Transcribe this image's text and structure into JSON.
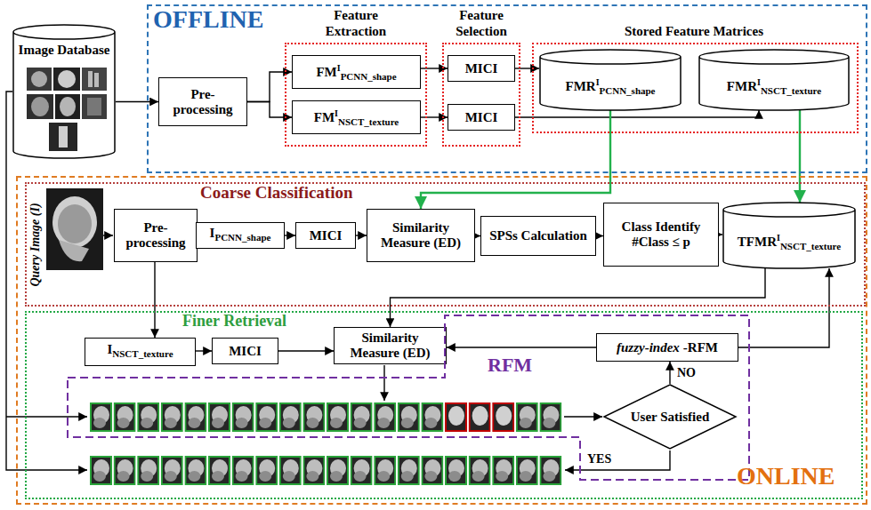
{
  "diagram": {
    "nodes": [
      {
        "text": [
          "OFFLINE"
        ]
      },
      {
        "text": [
          "Image Database"
        ]
      },
      {
        "text": [
          "Pre-processing"
        ],
        "in": 0
      },
      {
        "text": [
          "Feature Extraction"
        ],
        "in": 0
      },
      {
        "text": [
          "FM",
          "I",
          "PCNN_shape"
        ],
        "in": 3
      },
      {
        "text": [
          "FM",
          "I",
          "NSCT_texture"
        ],
        "in": 3
      },
      {
        "text": [
          "Feature Selection"
        ],
        "in": 0
      },
      {
        "text": [
          "MICI"
        ],
        "in": 6
      },
      {
        "text": [
          "MICI"
        ],
        "in": 6
      },
      {
        "text": [
          "Stored Feature Matrices"
        ],
        "in": 0
      },
      {
        "text": [
          "FMR",
          "I",
          "PCNN_shape"
        ],
        "in": 9
      },
      {
        "text": [
          "FMR",
          "I",
          "NSCT_texture"
        ],
        "in": 9
      },
      {
        "text": [
          "ONLINE"
        ]
      },
      {
        "text": [
          "Coarse Classification"
        ],
        "in": 12
      },
      {
        "text": [
          "Pre-processing"
        ],
        "in": 13
      },
      {
        "text": [
          "I",
          "PCNN_shape"
        ],
        "in": 13
      },
      {
        "text": [
          "MICI"
        ],
        "in": 13
      },
      {
        "text": [
          "Similarity Measure (ED)"
        ],
        "in": 13
      },
      {
        "text": [
          "SPSs Calculation"
        ],
        "in": 13
      },
      {
        "text": [
          "Class Identify #Class ≤ p"
        ],
        "in": 13
      },
      {
        "text": [
          "TFMR",
          "I",
          "NSCT_texture"
        ],
        "in": 13
      },
      {
        "text": [
          "Finer Retrieval"
        ],
        "in": 12
      },
      {
        "text": [
          "I",
          "NSCT_texture"
        ],
        "in": 21
      },
      {
        "text": [
          "MICI"
        ],
        "in": 21
      },
      {
        "text": [
          "Similarity Measure (ED)"
        ],
        "in": 21
      },
      {
        "text": [
          "RFM"
        ],
        "in": 21
      },
      {
        "text": [
          "fuzzy-index",
          "-RFM"
        ],
        "in": 25
      },
      {
        "text": [
          "User Satisfied"
        ],
        "in": 25
      }
    ],
    "edges": [
      {
        "from": 1,
        "to": 2,
        "arrow": "to"
      },
      {
        "from": 2,
        "to": 4,
        "arrow": "to"
      },
      {
        "from": 2,
        "to": 5,
        "arrow": "to"
      },
      {
        "from": 4,
        "to": 7,
        "arrow": "to"
      },
      {
        "from": 5,
        "to": 8,
        "arrow": "to"
      },
      {
        "from": 7,
        "to": 10,
        "arrow": "to"
      },
      {
        "from": 8,
        "to": 11,
        "arrow": "to"
      },
      {
        "from": 10,
        "to": 17,
        "arrow": "to"
      },
      {
        "from": 11,
        "to": 20,
        "arrow": "to"
      },
      {
        "from": 14,
        "to": 15,
        "arrow": "to"
      },
      {
        "from": 15,
        "to": 16,
        "arrow": "to"
      },
      {
        "from": 16,
        "to": 17,
        "arrow": "to"
      },
      {
        "from": 17,
        "to": 18,
        "arrow": "to"
      },
      {
        "from": 18,
        "to": 19,
        "arrow": "to"
      },
      {
        "from": 19,
        "to": 20,
        "arrow": "to"
      },
      {
        "from": 14,
        "to": 22,
        "arrow": "to"
      },
      {
        "from": 22,
        "to": 23,
        "arrow": "to"
      },
      {
        "from": 23,
        "to": 24,
        "arrow": "to"
      },
      {
        "from": 20,
        "to": 24,
        "arrow": "to"
      },
      {
        "from": 26,
        "to": 20,
        "arrow": "to"
      },
      {
        "from": 26,
        "to": 24,
        "arrow": "to"
      },
      {
        "from": 27,
        "to": 26,
        "label": "NO",
        "arrow": "to"
      }
    ],
    "labels": [
      "Query Image (I)",
      "YES"
    ]
  }
}
